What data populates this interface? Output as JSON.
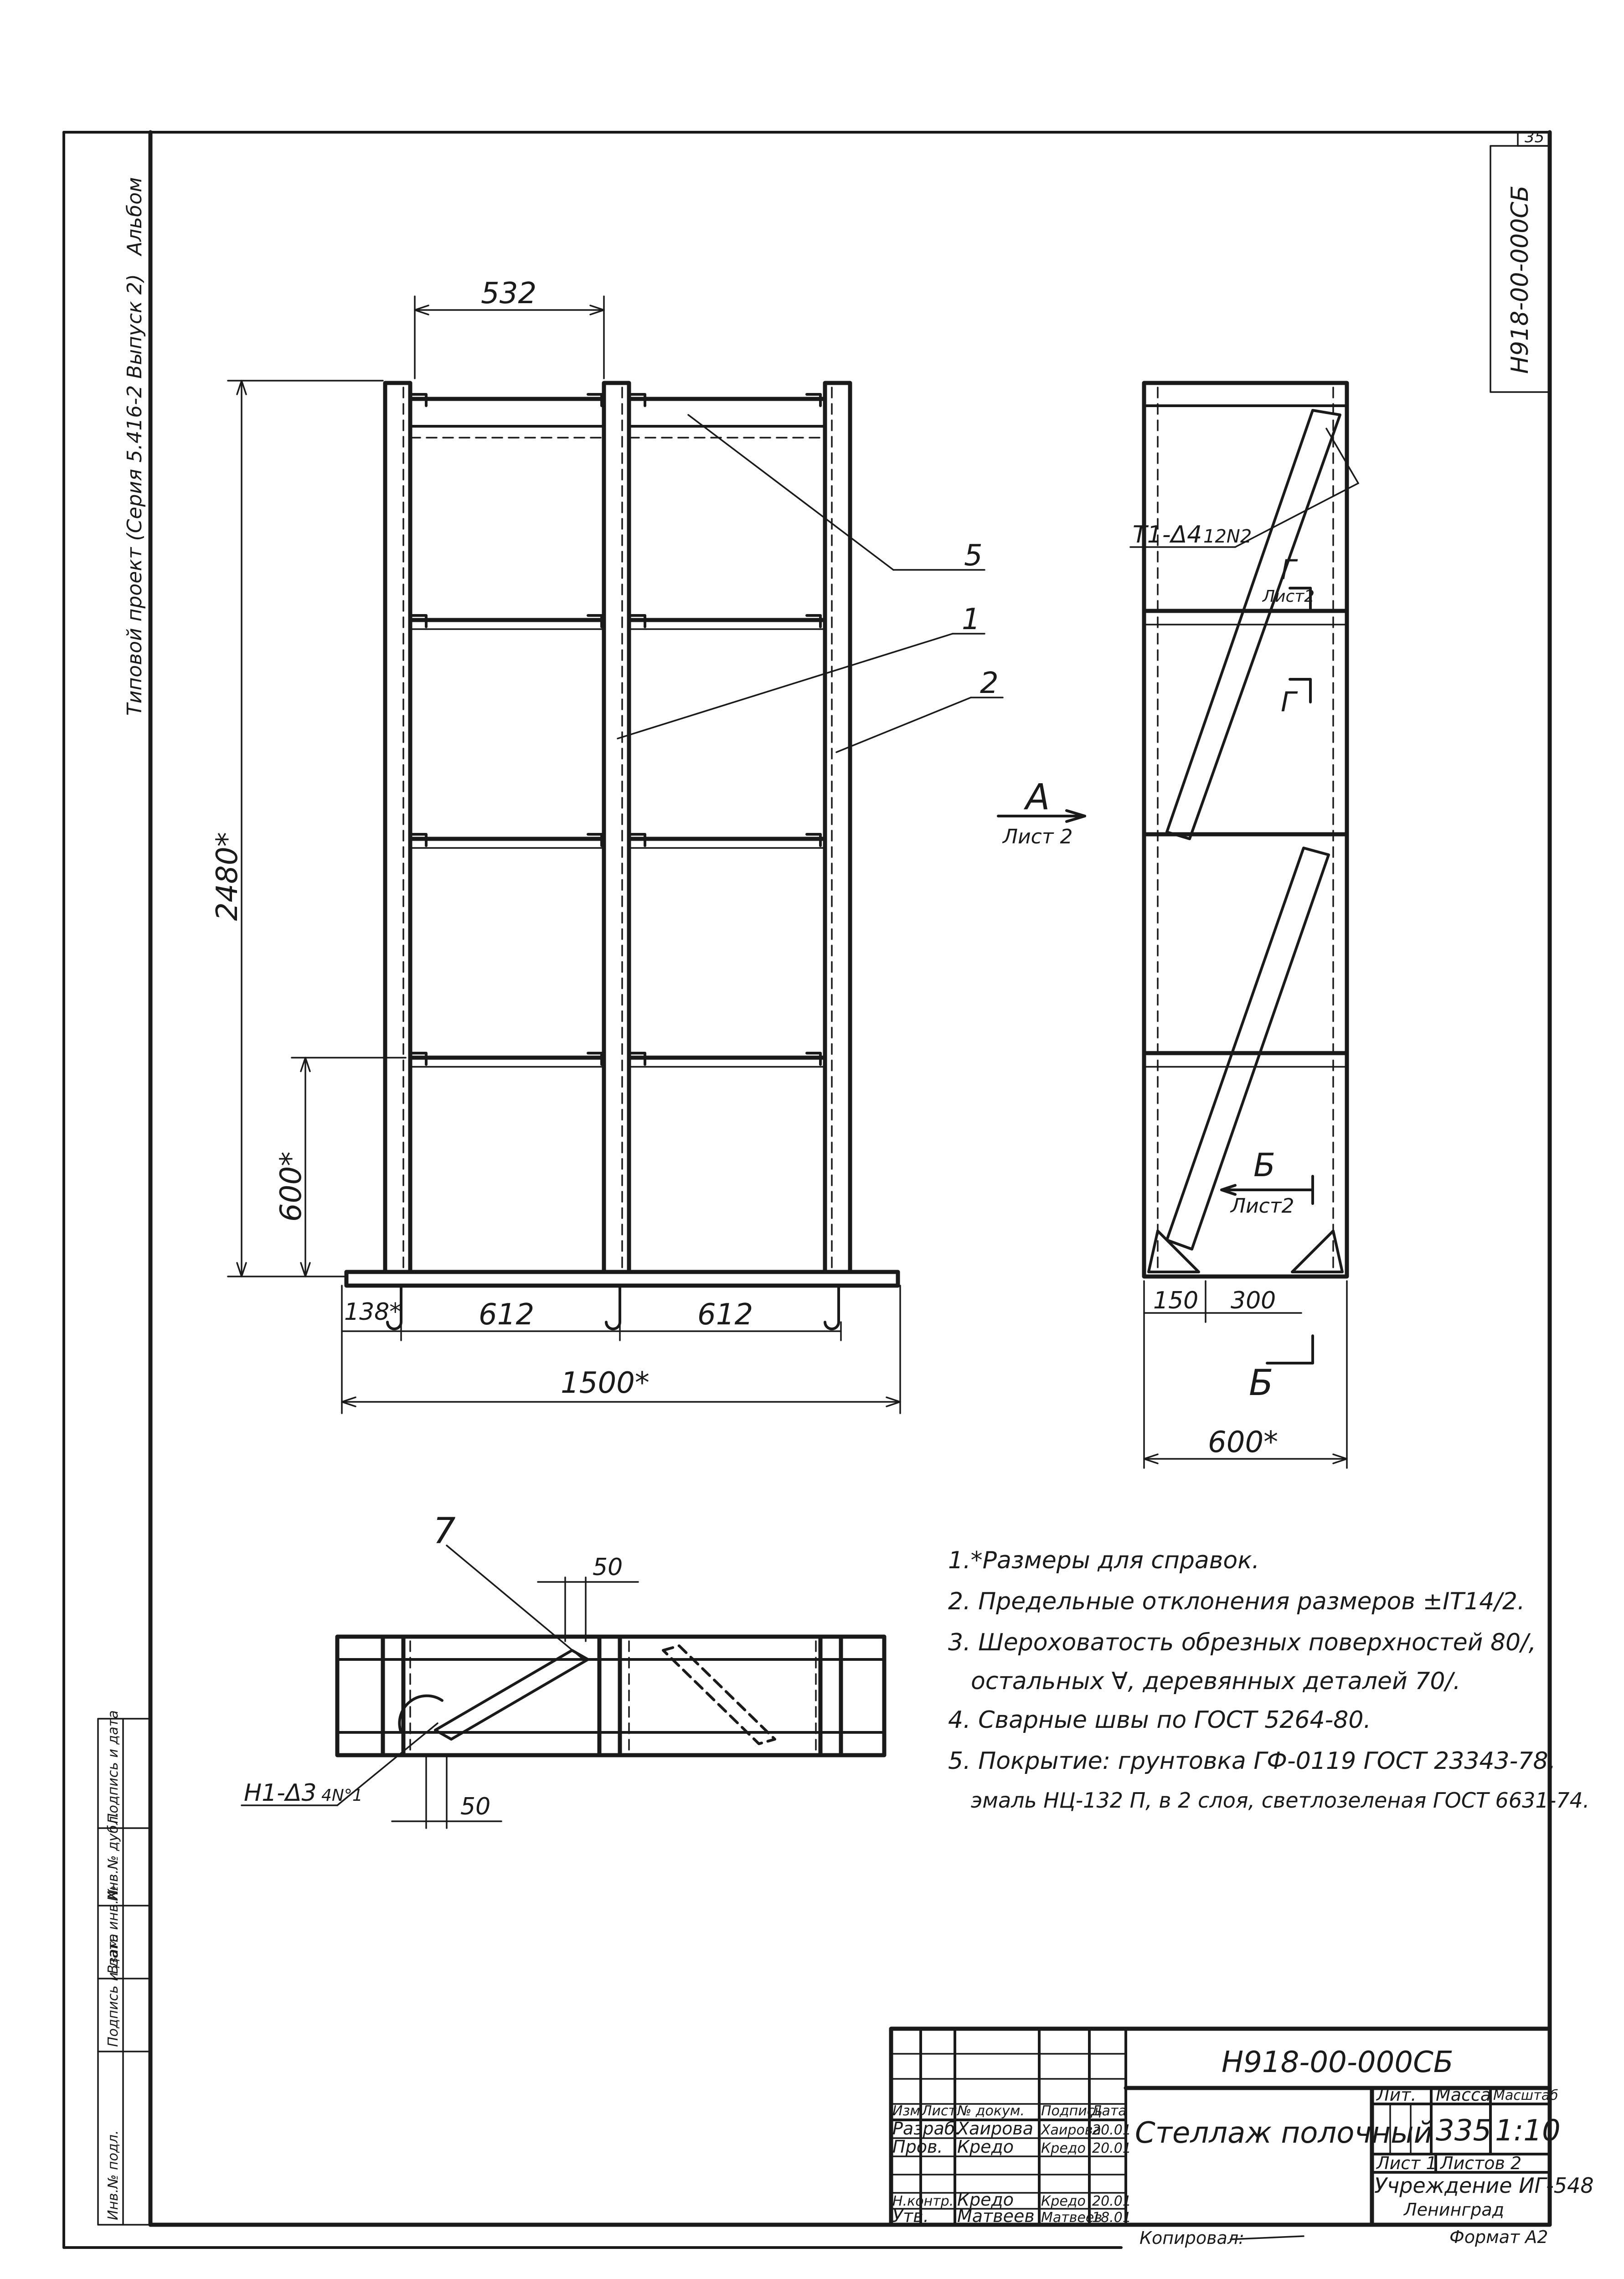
{
  "sheet": {
    "corner_number": "35",
    "album_label": "Альбом",
    "series_label": "Типовой проект (Серия 5.416-2 Выпуск 2)",
    "designation_vertical": "Н918-00-000СБ"
  },
  "front_view": {
    "dim_width_top": "532",
    "dim_height_total": "2480*",
    "dim_height_lower": "600*",
    "dim_bottom_left": "138*",
    "dim_bottom_mid1": "612",
    "dim_bottom_mid2": "612",
    "dim_overall_width": "1500*",
    "callout_5": "5",
    "callout_1": "1",
    "callout_2": "2",
    "view_arrow_A": "А",
    "view_arrow_A_sheet": "Лист 2"
  },
  "side_view": {
    "weld_label": "Т1-Δ4",
    "weld_qty": "12N2",
    "section_G_top": "Г",
    "section_G_sheet": "Лист2",
    "section_G_bottom": "Г",
    "section_B": "Б",
    "section_B_sheet": "Лист2",
    "section_B_bottom": "Б",
    "dim_150": "150",
    "dim_300": "300",
    "dim_overall_depth": "600*"
  },
  "plan_view": {
    "callout_7": "7",
    "dim_50_top": "50",
    "dim_50_bottom": "50",
    "weld_label": "Н1-Δ3",
    "weld_qty": "4N°1"
  },
  "notes": [
    "1.*Размеры для справок.",
    "2. Предельные отклонения размеров ±IT14/2.",
    "3. Шероховатость обрезных поверхностей 80/,",
    "остальных ∀, деревянных деталей 70/.",
    "4. Сварные швы по ГОСТ 5264-80.",
    "5. Покрытие: грунтовка ГФ-0119 ГОСТ 23343-78,",
    "эмаль НЦ-132 П, в 2 слоя, светлозеленая ГОСТ 6631-74."
  ],
  "left_strip": {
    "cells": [
      "Инв.№ подл.",
      "Подпись и дата",
      "Взам. инв.№",
      "Инв.№ дубл.",
      "Подпись и дата"
    ]
  },
  "title_block": {
    "designation": "Н918-00-000СБ",
    "title": "Стеллаж полочный",
    "hdr_izm": "Изм",
    "hdr_list": "Лист",
    "hdr_doc": "№ докум.",
    "hdr_sign": "Подпись",
    "hdr_date": "Дата",
    "row_razrab_role": "Разраб.",
    "row_razrab_name": "Хаирова",
    "row_razrab_sign": "Хаирова",
    "row_razrab_date": "20.01",
    "row_prov_role": "Пров.",
    "row_prov_name": "Кредо",
    "row_prov_sign": "Кредо",
    "row_prov_date": "20.01",
    "row_nkontr_role": "Н.контр.",
    "row_nkontr_name": "Кредо",
    "row_nkontr_sign": "Кредо",
    "row_nkontr_date": "20.01",
    "row_utv_role": "Утв.",
    "row_utv_name": "Матвеев",
    "row_utv_sign": "Матвеев",
    "row_utv_date": "18.01",
    "hdr_lit": "Лит.",
    "hdr_mass": "Масса",
    "hdr_scale": "Масштаб",
    "mass": "335",
    "scale": "1:10",
    "sheet_label": "Лист 1",
    "sheets_label": "Листов 2",
    "org_line1": "Учреждение ИГ-548",
    "org_line2": "Ленинград",
    "copied_label": "Копировал:",
    "format_label": "Формат А2"
  }
}
